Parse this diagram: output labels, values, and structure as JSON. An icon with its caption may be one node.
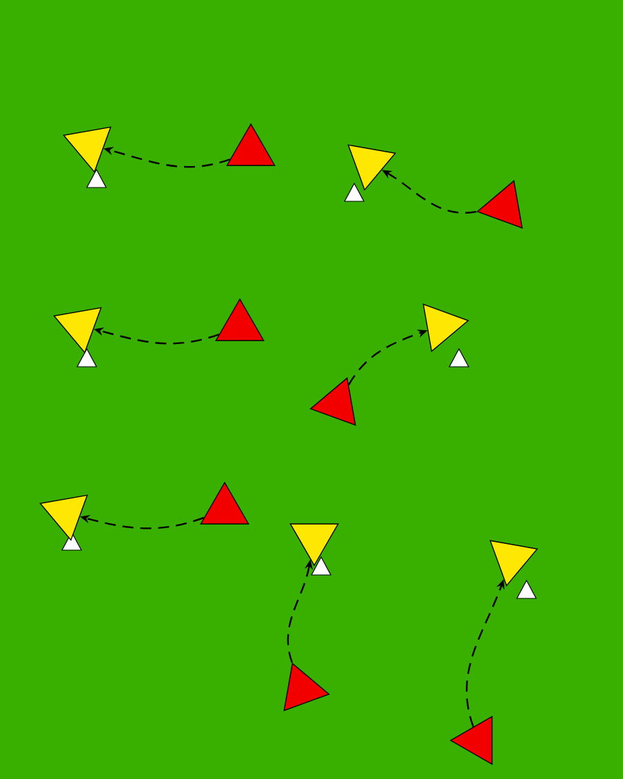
{
  "diagram": {
    "nodes": [
      {
        "text": [],
        "shape": "triangle"
      },
      {
        "text": [],
        "shape": "triangle"
      },
      {
        "text": [],
        "shape": "triangle"
      },
      {
        "text": [],
        "shape": "triangle"
      },
      {
        "text": [],
        "shape": "triangle"
      },
      {
        "text": [],
        "shape": "triangle"
      },
      {
        "text": [],
        "shape": "triangle"
      },
      {
        "text": [],
        "shape": "triangle"
      },
      {
        "text": [],
        "shape": "triangle"
      },
      {
        "text": [],
        "shape": "triangle"
      },
      {
        "text": [],
        "shape": "triangle"
      },
      {
        "text": [],
        "shape": "triangle"
      },
      {
        "text": [],
        "shape": "triangle"
      },
      {
        "text": [],
        "shape": "triangle"
      }
    ],
    "edges": [
      {
        "from": 1,
        "to": 0,
        "arrow": "to",
        "style": "dashed"
      },
      {
        "from": 3,
        "to": 2,
        "arrow": "to",
        "style": "dashed"
      },
      {
        "from": 5,
        "to": 4,
        "arrow": "to",
        "style": "dashed"
      },
      {
        "from": 7,
        "to": 6,
        "arrow": "to",
        "style": "dashed"
      },
      {
        "from": 9,
        "to": 8,
        "arrow": "to",
        "style": "dashed"
      },
      {
        "from": 12,
        "to": 10,
        "arrow": "to",
        "style": "dashed"
      },
      {
        "from": 13,
        "to": 11,
        "arrow": "to",
        "style": "dashed"
      }
    ]
  }
}
